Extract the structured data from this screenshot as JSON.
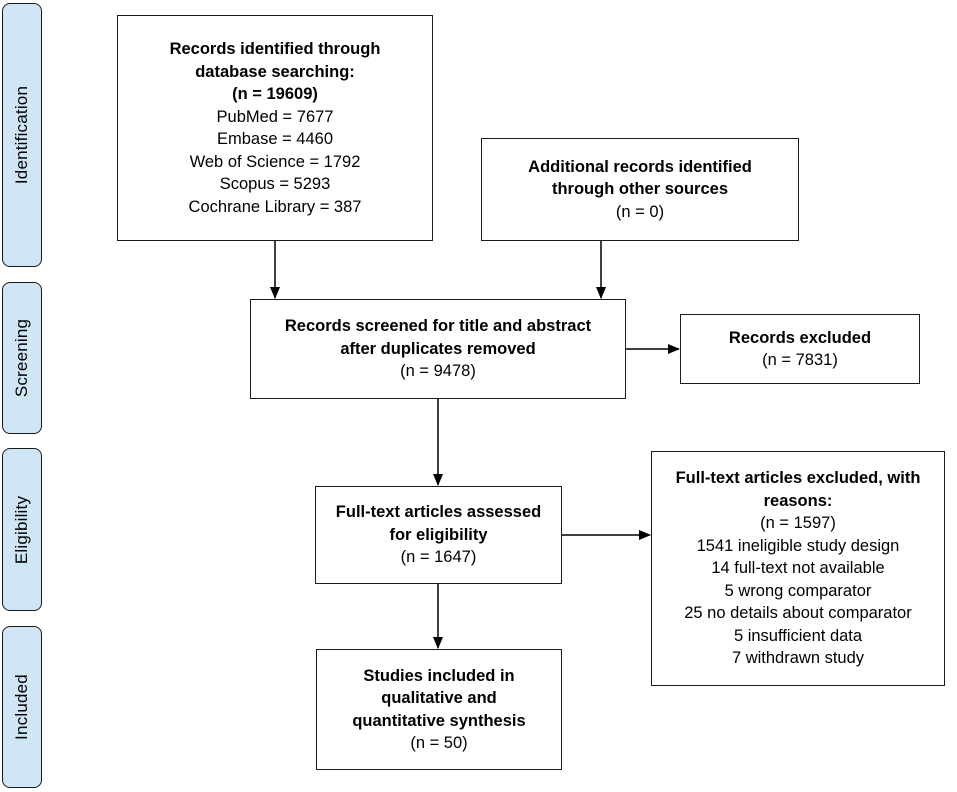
{
  "stages": {
    "identification": "Identification",
    "screening": "Screening",
    "eligibility": "Eligibility",
    "included": "Included"
  },
  "records_identified": {
    "title_line1": "Records identified through",
    "title_line2": "database searching:",
    "count": "(n = 19609)",
    "sources": [
      "PubMed = 7677",
      "Embase = 4460",
      "Web of Science = 1792",
      "Scopus = 5293",
      "Cochrane Library = 387"
    ]
  },
  "additional_records": {
    "title_line1": "Additional records identified",
    "title_line2": "through other sources",
    "count": "(n = 0)"
  },
  "records_screened": {
    "title_line1": "Records screened for title and abstract",
    "title_line2": "after duplicates removed",
    "count": "(n = 9478)"
  },
  "records_excluded": {
    "title": "Records excluded",
    "count": "(n = 7831)"
  },
  "fulltext_assessed": {
    "title_line1": "Full-text articles assessed",
    "title_line2": "for eligibility",
    "count": "(n = 1647)"
  },
  "fulltext_excluded": {
    "title_line1": "Full-text articles excluded, with",
    "title_line2": "reasons:",
    "count": "(n = 1597)",
    "reasons": [
      "1541 ineligible study design",
      "14 full-text not available",
      "5 wrong comparator",
      "25 no details about comparator",
      "5 insufficient data",
      "7 withdrawn study"
    ]
  },
  "studies_included": {
    "title_line1": "Studies included in",
    "title_line2": "qualitative and",
    "title_line3": "quantitative synthesis",
    "count": "(n = 50)"
  }
}
